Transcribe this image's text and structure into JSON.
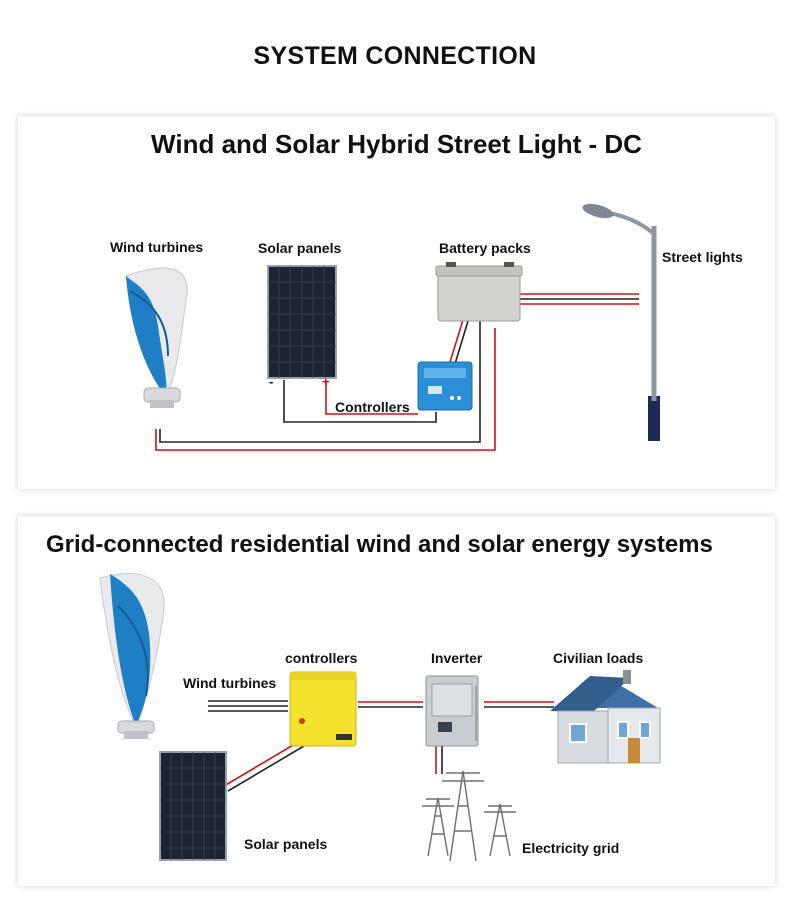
{
  "page_title": "SYSTEM CONNECTION",
  "dc_system": {
    "title": "Wind and Solar Hybrid Street Light - DC",
    "labels": {
      "wind_turbines": "Wind turbines",
      "solar_panels": "Solar panels",
      "battery_packs": "Battery packs",
      "street_lights": "Street lights",
      "controllers": "Controllers"
    },
    "polarity": {
      "negative": "-",
      "positive": "+"
    }
  },
  "grid_system": {
    "title": "Grid-connected residential wind and solar energy systems",
    "labels": {
      "controllers": "controllers",
      "inverter": "Inverter",
      "civilian_loads": "Civilian loads",
      "wind_turbines": "Wind turbines",
      "solar_panels": "Solar panels",
      "electricity_grid": "Electricity grid"
    }
  },
  "colors": {
    "wire_red": "#c8151b",
    "wire_black": "#222222",
    "turbine_blue": "#1f7fc4",
    "solar_panel": "#1c2433",
    "controller_blue": "#2a8fd6",
    "controller_yellow": "#f4e22c",
    "roof_blue": "#3e6fa5"
  }
}
